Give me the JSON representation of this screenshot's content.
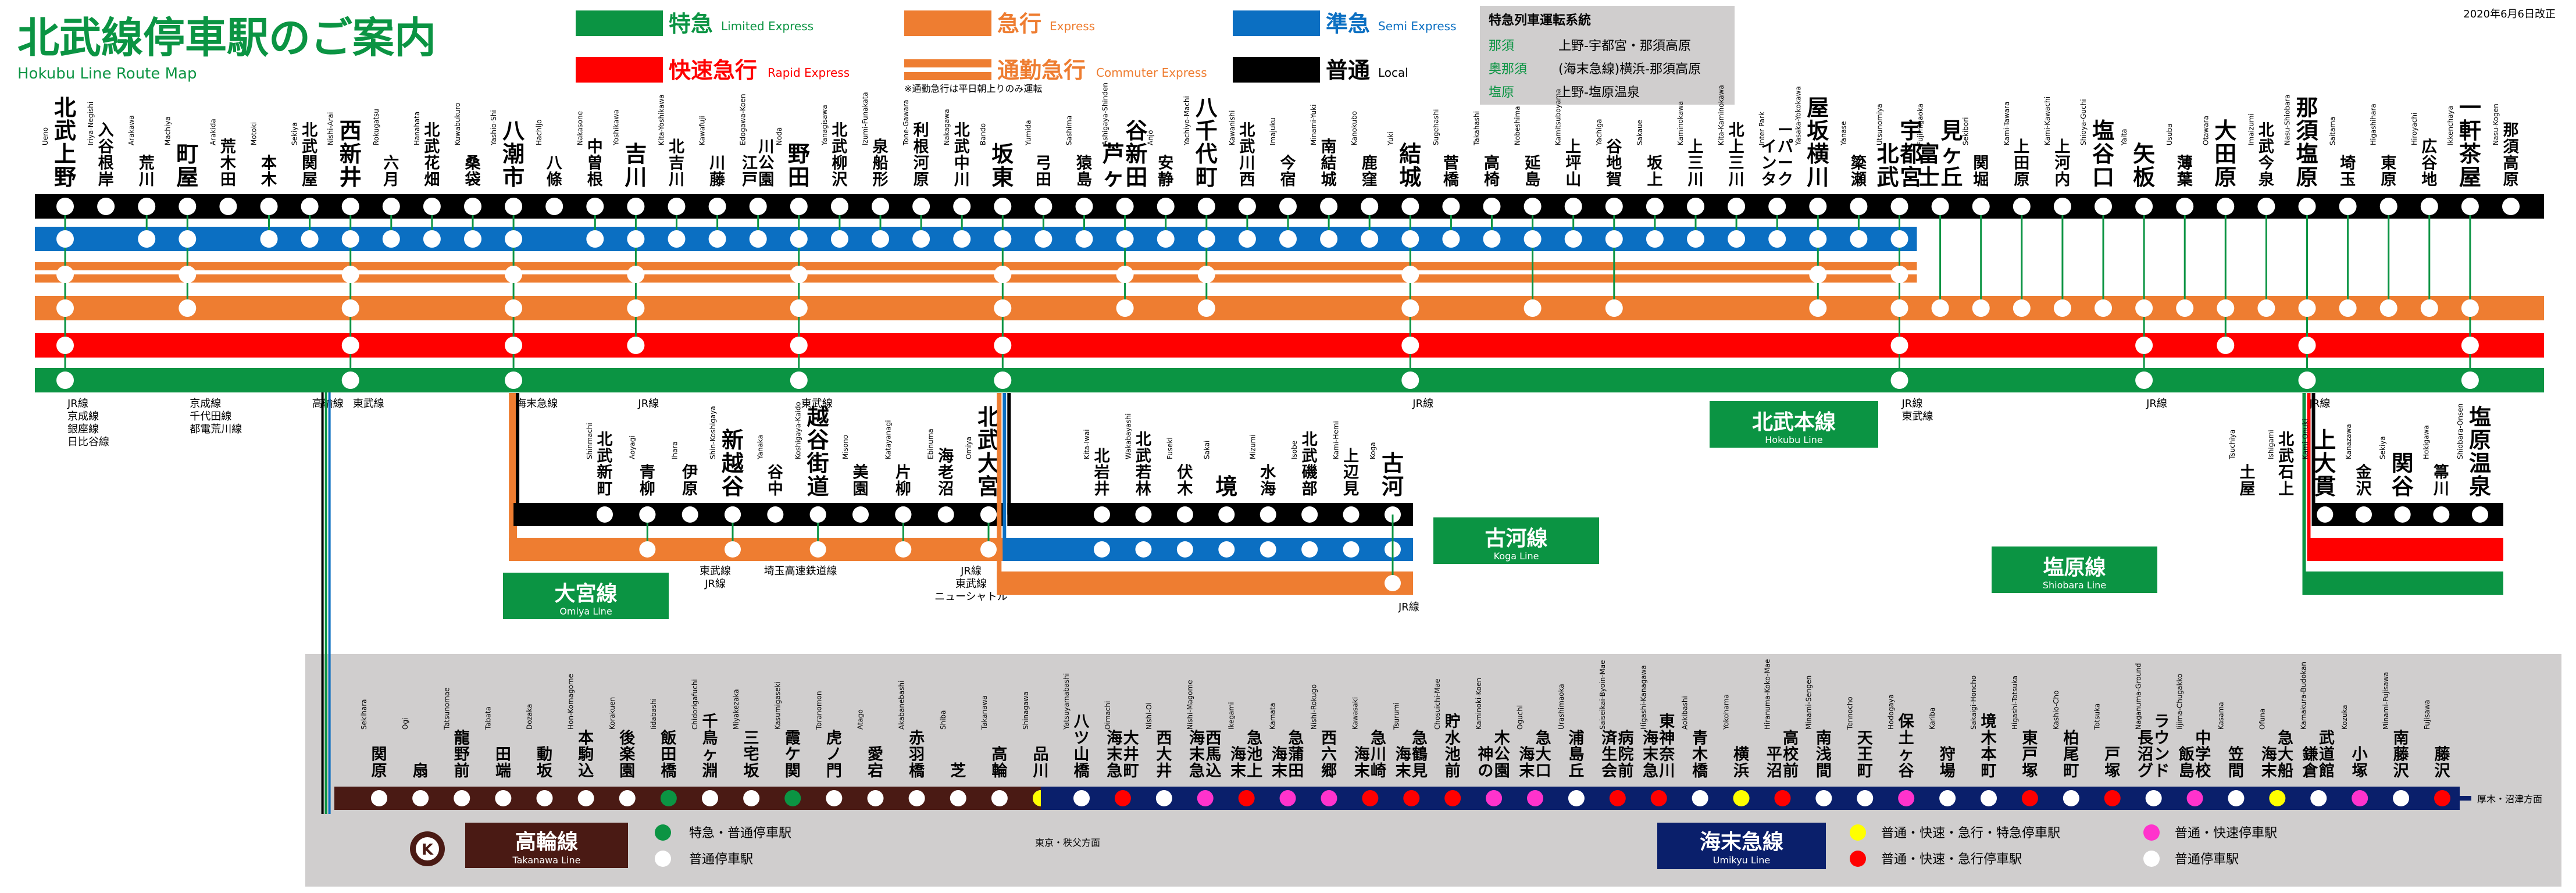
{
  "title": "北武線停車駅のご案内",
  "subtitle": "Hokubu Line Route Map",
  "date": "2020年6月6日改正",
  "legend": {
    "items": [
      {
        "ja": "特急",
        "en": "Limited Express",
        "color": "#0b9443"
      },
      {
        "ja": "急行",
        "en": "Express",
        "color": "#ee7d31"
      },
      {
        "ja": "準急",
        "en": "Semi Express",
        "color": "#0b6fc2"
      },
      {
        "ja": "快速急行",
        "en": "Rapid Express",
        "color": "#ff0000"
      },
      {
        "ja": "通勤急行",
        "en": "Commuter Express",
        "color": "#ee7d31"
      },
      {
        "ja": "普通",
        "en": "Local",
        "color": "#000000"
      }
    ],
    "commuter_note": "※通勤急行は平日朝上りのみ運転"
  },
  "service_box": {
    "heading": "特急列車運転系統",
    "rows": [
      {
        "name": "那須",
        "route": "上野-宇都宮・那須高原"
      },
      {
        "name": "奥那須",
        "route": "(海末急線)横浜-那須高原"
      },
      {
        "name": "塩原",
        "route": "上野-塩原温泉"
      }
    ]
  },
  "lines": {
    "main": {
      "ja": "北武本線",
      "en": "Hokubu Line"
    },
    "koga": {
      "ja": "古河線",
      "en": "Koga Line"
    },
    "omiya": {
      "ja": "大宮線",
      "en": "Omiya Line"
    },
    "shiobara": {
      "ja": "塩原線",
      "en": "Shiobara Line"
    },
    "takanawa": {
      "ja": "高輪線",
      "en": "Takanawa Line",
      "mark": "K"
    },
    "umikyu": {
      "ja": "海末急線",
      "en": "Umikyu Line"
    }
  },
  "main_stations": [
    {
      "ja": "北武上野",
      "en": "Ueno"
    },
    {
      "ja": "入谷根岸",
      "en": "Iriya-Negishi"
    },
    {
      "ja": "荒川",
      "en": "Arakawa"
    },
    {
      "ja": "町屋",
      "en": "Machiya"
    },
    {
      "ja": "荒木田",
      "en": "Arakida"
    },
    {
      "ja": "本木",
      "en": "Motoki"
    },
    {
      "ja": "北武関屋",
      "en": "Sekiya"
    },
    {
      "ja": "西新井",
      "en": "Nishi-Arai"
    },
    {
      "ja": "六月",
      "en": "Rokugatsu"
    },
    {
      "ja": "北武花畑",
      "en": "Hanahata"
    },
    {
      "ja": "桑袋",
      "en": "Kuwabukuro"
    },
    {
      "ja": "八潮市",
      "en": "Yashio-Shi"
    },
    {
      "ja": "八條",
      "en": "Hachijo"
    },
    {
      "ja": "中曽根",
      "en": "Nakasone"
    },
    {
      "ja": "吉川",
      "en": "Yoshikawa"
    },
    {
      "ja": "北吉川",
      "en": "Kita-Yoshikawa"
    },
    {
      "ja": "川藤",
      "en": "Kawafuji"
    },
    {
      "ja": "江戸川公園",
      "en": "Edogawa-Koen"
    },
    {
      "ja": "野田",
      "en": "Noda"
    },
    {
      "ja": "北武柳沢",
      "en": "Yanagisawa"
    },
    {
      "ja": "泉船形",
      "en": "Izumi-Funakata"
    },
    {
      "ja": "利根河原",
      "en": "Tone-Gawara"
    },
    {
      "ja": "北武中川",
      "en": "Nakagawa"
    },
    {
      "ja": "坂東",
      "en": "Bando"
    },
    {
      "ja": "弓田",
      "en": "Yumida"
    },
    {
      "ja": "猿島",
      "en": "Sashima"
    },
    {
      "ja": "芦ヶ谷新田",
      "en": "Ashigaya-Shinden"
    },
    {
      "ja": "安静",
      "en": "Anjo"
    },
    {
      "ja": "八千代町",
      "en": "Yachiyo-Machi"
    },
    {
      "ja": "北武川西",
      "en": "Kawanishi"
    },
    {
      "ja": "今宿",
      "en": "Imajuku"
    },
    {
      "ja": "南結城",
      "en": "Minami-Yuki"
    },
    {
      "ja": "鹿窪",
      "en": "Kanokubo"
    },
    {
      "ja": "結城",
      "en": "Yuki"
    },
    {
      "ja": "菅橋",
      "en": "Sugehashi"
    },
    {
      "ja": "高椅",
      "en": "Takahashi"
    },
    {
      "ja": "延島",
      "en": "Nobeshima"
    },
    {
      "ja": "上坪山",
      "en": "Kamitsuboyama"
    },
    {
      "ja": "谷地賀",
      "en": "Yachiga"
    },
    {
      "ja": "坂上",
      "en": "Sakaue"
    },
    {
      "ja": "上三川",
      "en": "Kaminokawa"
    },
    {
      "ja": "北上三川",
      "en": "Kita-Kaminokawa"
    },
    {
      "ja": "インターパーク",
      "en": "Inter Park"
    },
    {
      "ja": "屋坂横川",
      "en": "Yasaka-Yokokawa"
    },
    {
      "ja": "簗瀬",
      "en": "Yanase"
    },
    {
      "ja": "北武宇都宮",
      "en": "Utsunomiya"
    },
    {
      "ja": "富士見ヶ丘",
      "en": "Fujimigaoka"
    },
    {
      "ja": "関堀",
      "en": "Sekibori"
    },
    {
      "ja": "上田原",
      "en": "Kami-Tawara"
    },
    {
      "ja": "上河内",
      "en": "Kami-Kawachi"
    },
    {
      "ja": "塩谷口",
      "en": "Shioya-Guchi"
    },
    {
      "ja": "矢板",
      "en": "Yaita"
    },
    {
      "ja": "薄葉",
      "en": "Usuba"
    },
    {
      "ja": "大田原",
      "en": "Otawara"
    },
    {
      "ja": "北武今泉",
      "en": "Imaizumi"
    },
    {
      "ja": "那須塩原",
      "en": "Nasu-Shiobara"
    },
    {
      "ja": "埼玉",
      "en": "Saitama"
    },
    {
      "ja": "東原",
      "en": "Higashihara"
    },
    {
      "ja": "広谷地",
      "en": "Hiroyachi"
    },
    {
      "ja": "一軒茶屋",
      "en": "Ikkenchaya"
    },
    {
      "ja": "那須高原",
      "en": "Nasu-Kogen"
    }
  ],
  "main_big": [
    0,
    3,
    7,
    11,
    14,
    18,
    23,
    26,
    28,
    33,
    43,
    45,
    46,
    50,
    51,
    53,
    55,
    59
  ],
  "main_services": {
    "semi": [
      0,
      2,
      3,
      5,
      6,
      7,
      8,
      9,
      10,
      11,
      13,
      14,
      15,
      16,
      17,
      18,
      19,
      20,
      21,
      22,
      23,
      24,
      25,
      26,
      27,
      28,
      29,
      30,
      31,
      32,
      33,
      34,
      35,
      36,
      37,
      38,
      39,
      40,
      41,
      42,
      43,
      44,
      45
    ],
    "express": [
      0,
      3,
      7,
      11,
      14,
      18,
      23,
      26,
      28,
      33,
      36,
      38,
      43,
      45,
      46,
      47,
      48,
      49,
      50,
      51,
      52,
      53,
      54,
      55,
      56,
      57,
      58,
      59
    ],
    "commuter": [
      0,
      3,
      7,
      11,
      14,
      18,
      23,
      26,
      28,
      33,
      43,
      45
    ],
    "rapid": [
      0,
      7,
      11,
      14,
      18,
      23,
      33,
      45,
      51,
      53,
      55,
      59
    ],
    "limited": [
      0,
      7,
      11,
      18,
      23,
      33,
      45,
      51,
      55,
      59
    ]
  },
  "main_transfers": [
    {
      "idx": 0,
      "lines": [
        "JR線",
        "京成線",
        "銀座線",
        "日比谷線"
      ]
    },
    {
      "idx": 3,
      "lines": [
        "京成線",
        "千代田線",
        "都電荒川線"
      ]
    },
    {
      "idx": 6,
      "lines": [
        "高輪線"
      ]
    },
    {
      "idx": 7,
      "lines": [
        "東武線"
      ]
    },
    {
      "idx": 11,
      "lines": [
        "海末急線"
      ]
    },
    {
      "idx": 14,
      "lines": [
        "JR線"
      ]
    },
    {
      "idx": 18,
      "lines": [
        "東武線"
      ]
    },
    {
      "idx": 33,
      "lines": [
        "JR線"
      ]
    },
    {
      "idx": 45,
      "lines": [
        "JR線",
        "東武線"
      ]
    },
    {
      "idx": 51,
      "lines": [
        "JR線"
      ]
    },
    {
      "idx": 55,
      "lines": [
        "JR線"
      ]
    }
  ],
  "omiya_stations": [
    {
      "ja": "北武新町",
      "en": "Shinmachi"
    },
    {
      "ja": "青柳",
      "en": "Aoyagi"
    },
    {
      "ja": "伊原",
      "en": "Ihara"
    },
    {
      "ja": "新越谷",
      "en": "Shin-Koshigaya"
    },
    {
      "ja": "谷中",
      "en": "Yanaka"
    },
    {
      "ja": "越谷街道",
      "en": "Koshigaya-Kaido"
    },
    {
      "ja": "美園",
      "en": "Misono"
    },
    {
      "ja": "片柳",
      "en": "Katayanagi"
    },
    {
      "ja": "海老沼",
      "en": "Ebinuma"
    },
    {
      "ja": "北武大宮",
      "en": "Omiya"
    }
  ],
  "omiya_express": [
    1,
    3,
    5,
    7,
    9
  ],
  "omiya_transfers": [
    {
      "idx": 3,
      "lines": [
        "東武線",
        "JR線"
      ]
    },
    {
      "idx": 5,
      "lines": [
        "埼玉高速鉄道線"
      ]
    },
    {
      "idx": 9,
      "lines": [
        "JR線",
        "東武線",
        "ニューシャトル"
      ]
    }
  ],
  "koga_stations": [
    {
      "ja": "北岩井",
      "en": "Kita-Iwai"
    },
    {
      "ja": "北武若林",
      "en": "Wakabayashi"
    },
    {
      "ja": "伏木",
      "en": "Fuseki"
    },
    {
      "ja": "境",
      "en": "Sakai"
    },
    {
      "ja": "水海",
      "en": "Mizumi"
    },
    {
      "ja": "北武磯部",
      "en": "Isobe"
    },
    {
      "ja": "上辺見",
      "en": "Kami-Hemi"
    },
    {
      "ja": "古河",
      "en": "Koga"
    }
  ],
  "koga_transfers": [
    {
      "idx": 7,
      "lines": [
        "JR線"
      ]
    }
  ],
  "shiobara_stations": [
    {
      "ja": "土屋",
      "en": "Tsuchiya"
    },
    {
      "ja": "北武石上",
      "en": "Ishigami"
    },
    {
      "ja": "上大貫",
      "en": "Kami-Onuki"
    },
    {
      "ja": "金沢",
      "en": "Kanazawa"
    },
    {
      "ja": "関谷",
      "en": "Sekiya"
    },
    {
      "ja": "箒川",
      "en": "Hokigawa"
    },
    {
      "ja": "塩原温泉",
      "en": "Shiobara-Onsen"
    }
  ],
  "takanawa_stations": [
    {
      "ja": "関原",
      "en": "Sekihara"
    },
    {
      "ja": "扇",
      "en": "Ogi"
    },
    {
      "ja": "龍野前",
      "en": "Tatsunomae"
    },
    {
      "ja": "田端",
      "en": "Tabata"
    },
    {
      "ja": "動坂",
      "en": "Dozaka"
    },
    {
      "ja": "本駒込",
      "en": "Hon-Komagome"
    },
    {
      "ja": "後楽園",
      "en": "Korakuen"
    },
    {
      "ja": "飯田橋",
      "en": "Iidabashi"
    },
    {
      "ja": "千鳥ヶ淵",
      "en": "Chidorigafuchi"
    },
    {
      "ja": "三宅坂",
      "en": "Miyakezaka"
    },
    {
      "ja": "霞ケ関",
      "en": "Kasumigaseki"
    },
    {
      "ja": "虎ノ門",
      "en": "Toranomon"
    },
    {
      "ja": "愛宕",
      "en": "Atago"
    },
    {
      "ja": "赤羽橋",
      "en": "Akabanebashi"
    },
    {
      "ja": "芝",
      "en": "Shiba"
    },
    {
      "ja": "高輪",
      "en": "Takanawa"
    },
    {
      "ja": "品川",
      "en": "Shinagawa"
    }
  ],
  "takanawa_green": [
    7,
    10
  ],
  "umikyu_stations": [
    {
      "ja": "八ツ山橋",
      "en": "Yatsuyamabashi"
    },
    {
      "ja": "海末急大井町",
      "en": "Oimachi"
    },
    {
      "ja": "西大井",
      "en": "Nishi-Oi"
    },
    {
      "ja": "海末急西馬込",
      "en": "Nishi-Magome"
    },
    {
      "ja": "海末急池上",
      "en": "Ikegami"
    },
    {
      "ja": "海末急蒲田",
      "en": "Kamata"
    },
    {
      "ja": "西六郷",
      "en": "Nishi-Rokugo"
    },
    {
      "ja": "海末急川崎",
      "en": "Kawasaki"
    },
    {
      "ja": "海末急鶴見",
      "en": "Tsurumi"
    },
    {
      "ja": "貯水池前",
      "en": "Chosuichi-Mae"
    },
    {
      "ja": "神の木公園",
      "en": "Kaminoki-Koen"
    },
    {
      "ja": "海末急大口",
      "en": "Oguchi"
    },
    {
      "ja": "浦島丘",
      "en": "Urashimaoka"
    },
    {
      "ja": "済生会病院前",
      "en": "Saiseikai-Byoin-Mae"
    },
    {
      "ja": "海末急東神奈川",
      "en": "Higashi-Kanagawa"
    },
    {
      "ja": "青木橋",
      "en": "Aokibashi"
    },
    {
      "ja": "横浜",
      "en": "Yokohama"
    },
    {
      "ja": "平沼高校前",
      "en": "Hiranuma-Koko-Mae"
    },
    {
      "ja": "南浅間",
      "en": "Minami-Sengen"
    },
    {
      "ja": "天王町",
      "en": "Tennocho"
    },
    {
      "ja": "保土ヶ谷",
      "en": "Hodogaya"
    },
    {
      "ja": "狩場",
      "en": "Kariba"
    },
    {
      "ja": "境木本町",
      "en": "Sakaigi-Honcho"
    },
    {
      "ja": "東戸塚",
      "en": "Higashi-Totsuka"
    },
    {
      "ja": "柏尾町",
      "en": "Kashio-Cho"
    },
    {
      "ja": "戸塚",
      "en": "Totsuka"
    },
    {
      "ja": "長沼グラウンド",
      "en": "Naganuma-Ground"
    },
    {
      "ja": "飯島中学校",
      "en": "Iijima-Chugakko"
    },
    {
      "ja": "笠間",
      "en": "Kasama"
    },
    {
      "ja": "海末急大船",
      "en": "Ofuna"
    },
    {
      "ja": "鎌倉武道館",
      "en": "Kamakura-Budokan"
    },
    {
      "ja": "小塚",
      "en": "Kozuka"
    },
    {
      "ja": "南藤沢",
      "en": "Minami-Fujisawa"
    },
    {
      "ja": "藤沢",
      "en": "Fujisawa"
    }
  ],
  "umikyu_yellow": [
    16,
    29
  ],
  "umikyu_red": [
    1,
    4,
    7,
    8,
    9,
    13,
    14,
    17,
    23,
    25,
    33
  ],
  "umikyu_magenta": [
    3,
    5,
    6,
    10,
    11,
    20,
    27,
    31
  ],
  "notes": {
    "shinagawa": "東京・秩父方面",
    "fujisawa": "厚木・沼津方面",
    "koga_jr": "JR線"
  },
  "takanawa_legend": [
    {
      "label": "特急・普通停車駅",
      "color": "#0b9443"
    },
    {
      "label": "普通停車駅",
      "color": "#ffffff"
    }
  ],
  "umikyu_legend": [
    {
      "label": "普通・快速・急行・特急停車駅",
      "color": "#ffff00"
    },
    {
      "label": "普通・快速・急行停車駅",
      "color": "#ff0000"
    },
    {
      "label": "普通・快速停車駅",
      "color": "#ff33cc"
    },
    {
      "label": "普通停車駅",
      "color": "#ffffff"
    }
  ]
}
